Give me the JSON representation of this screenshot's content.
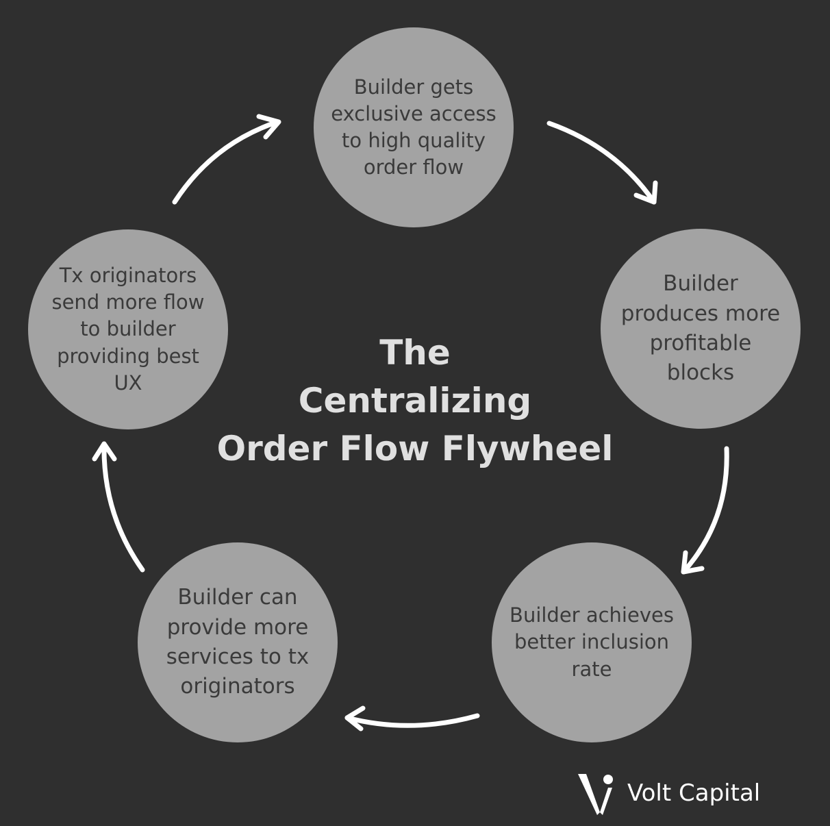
{
  "title_lines": [
    "The",
    "Centralizing",
    "Order Flow Flywheel"
  ],
  "nodes": [
    {
      "id": "c1",
      "lines": [
        "Builder gets",
        "exclusive access",
        "to high quality",
        "order flow"
      ]
    },
    {
      "id": "c2",
      "lines": [
        "Builder",
        "produces more",
        "profitable",
        "blocks"
      ]
    },
    {
      "id": "c3",
      "lines": [
        "Builder achieves",
        "better inclusion",
        "rate"
      ]
    },
    {
      "id": "c4",
      "lines": [
        "Builder can",
        "provide more",
        "services to tx",
        "originators"
      ]
    },
    {
      "id": "c5",
      "lines": [
        "Tx originators",
        "send more flow",
        "to builder",
        "providing best",
        "UX"
      ]
    }
  ],
  "brand": {
    "name": "Volt Capital",
    "logo_icon": "volt-v-mark-icon"
  },
  "colors": {
    "background": "#2f2f2f",
    "node_fill": "#a3a3a3",
    "node_text": "#3a3a3a",
    "title_text": "#e0e0e0",
    "arrow": "#ffffff"
  }
}
